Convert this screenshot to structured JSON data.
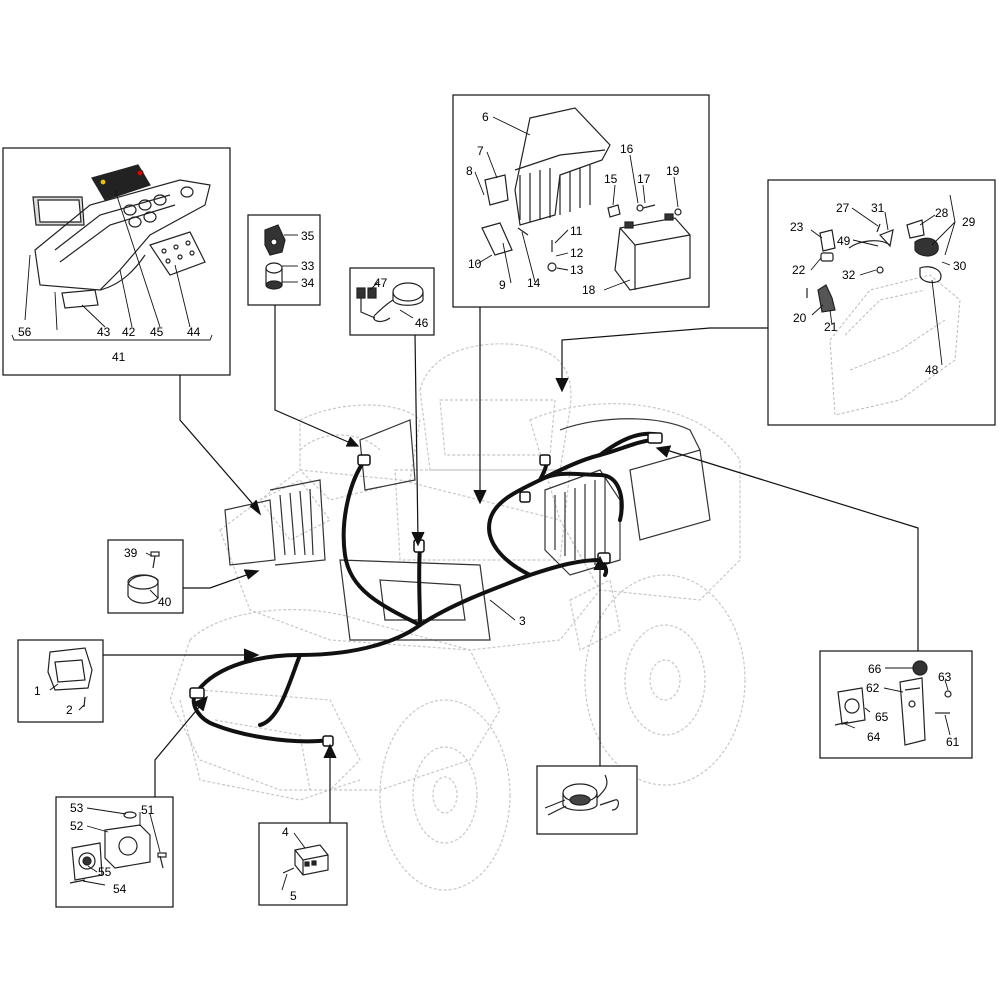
{
  "diagram": {
    "labels": {
      "n1": "1",
      "n2": "2",
      "n3": "3",
      "n4": "4",
      "n5": "5",
      "n6": "6",
      "n7": "7",
      "n8": "8",
      "n9": "9",
      "n10": "10",
      "n11": "11",
      "n12": "12",
      "n13": "13",
      "n14": "14",
      "n15": "15",
      "n16": "16",
      "n17": "17",
      "n18": "18",
      "n19": "19",
      "n20": "20",
      "n21": "21",
      "n22": "22",
      "n23": "23",
      "n27": "27",
      "n28": "28",
      "n29": "29",
      "n30": "30",
      "n31": "31",
      "n32": "32",
      "n33": "33",
      "n34": "34",
      "n35": "35",
      "n39": "39",
      "n40": "40",
      "n41": "41",
      "n42": "42",
      "n43": "43",
      "n44": "44",
      "n45": "45",
      "n46": "46",
      "n47": "47",
      "n48": "48",
      "n49": "49",
      "n51": "51",
      "n52": "52",
      "n53": "53",
      "n54": "54",
      "n55": "55",
      "n56": "56",
      "n61": "61",
      "n62": "62",
      "n63": "63",
      "n64": "64",
      "n65": "65",
      "n66": "66"
    }
  }
}
